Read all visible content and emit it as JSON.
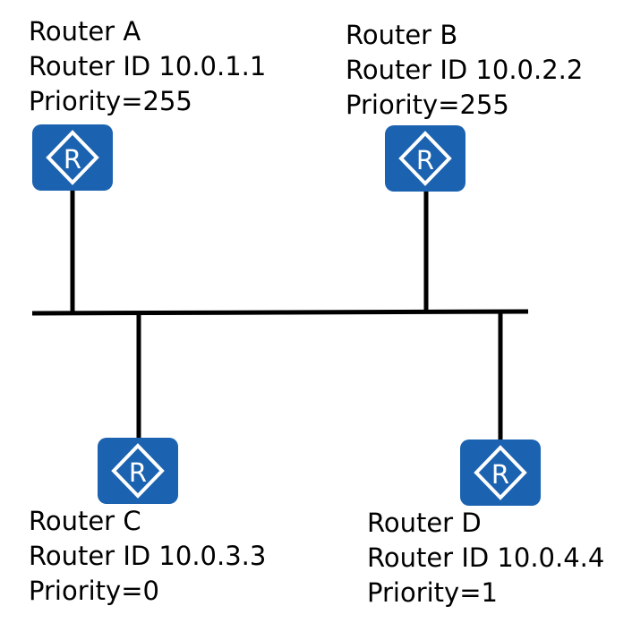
{
  "colors": {
    "router_fill": "#1b62b0",
    "router_glyph": "#ffffff",
    "line": "#000000"
  },
  "routers": [
    {
      "name": "Router A",
      "router_id": "Router ID 10.0.1.1",
      "priority": "Priority=255",
      "icon": "router-icon"
    },
    {
      "name": "Router B",
      "router_id": "Router ID 10.0.2.2",
      "priority": "Priority=255",
      "icon": "router-icon"
    },
    {
      "name": "Router C",
      "router_id": "Router ID 10.0.3.3",
      "priority": "Priority=0",
      "icon": "router-icon"
    },
    {
      "name": "Router D",
      "router_id": "Router ID 10.0.4.4",
      "priority": "Priority=1",
      "icon": "router-icon"
    }
  ]
}
